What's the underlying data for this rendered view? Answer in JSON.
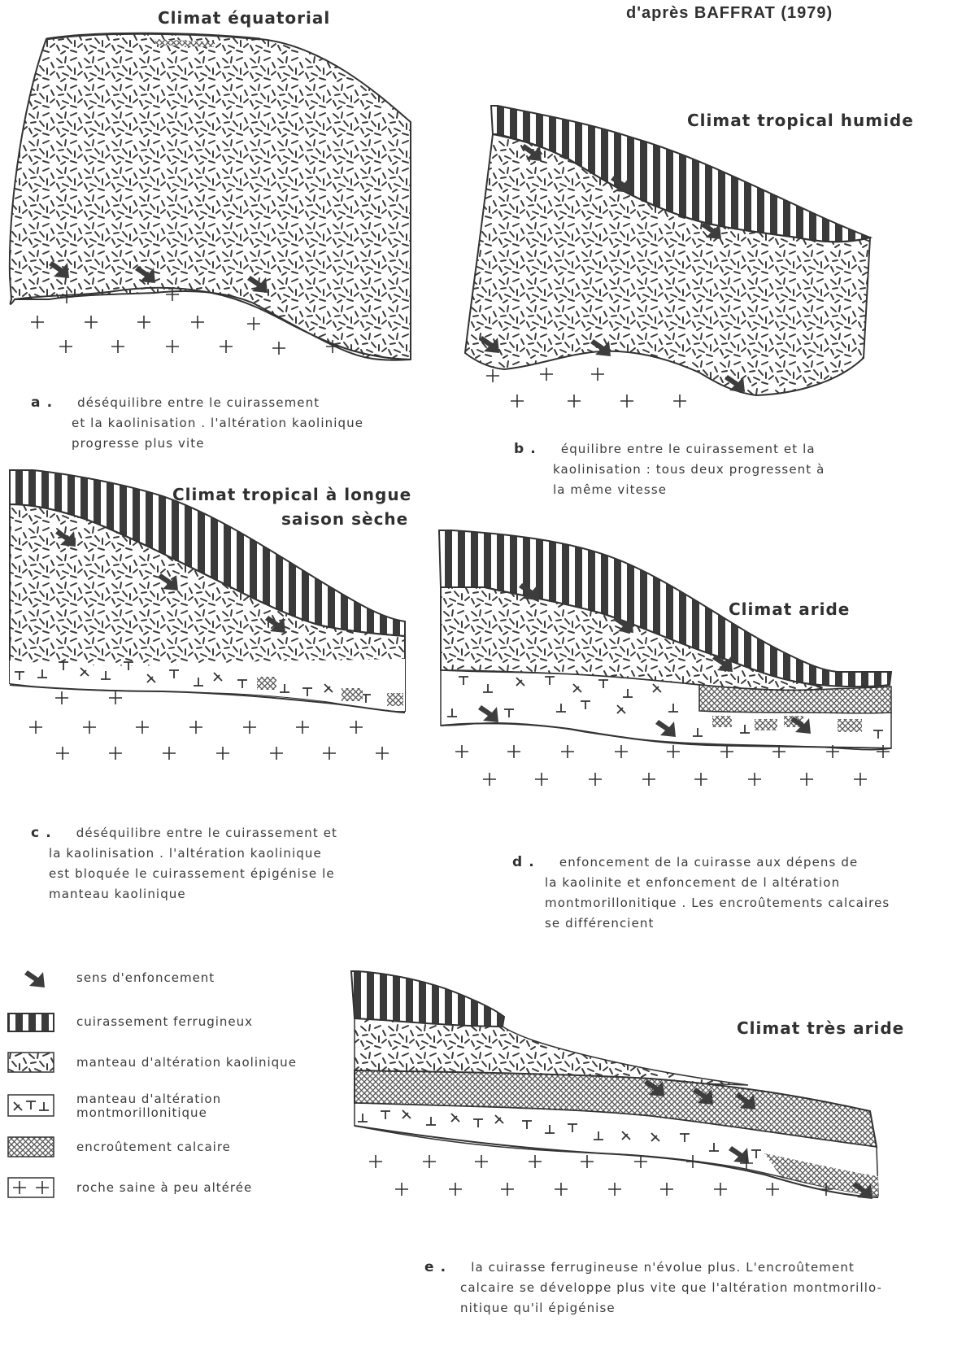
{
  "header_fragment": "d'après BAFFRAT (1979)",
  "panels": {
    "a": {
      "title": "Climat équatorial",
      "caption_letter": "a .",
      "caption_lines": [
        "déséquilibre entre le cuirassement",
        "et la kaolinisation . l'altération kaolinique",
        "progresse plus vite"
      ]
    },
    "b": {
      "title": "Climat tropical humide",
      "caption_letter": "b .",
      "caption_lines": [
        "équilibre entre le cuirassement et la",
        "kaolinisation : tous deux progressent à",
        "la même vitesse"
      ]
    },
    "c": {
      "title_lines": [
        "Climat tropical à longue",
        "saison sèche"
      ],
      "caption_letter": "c .",
      "caption_lines": [
        "déséquilibre entre le cuirassement et",
        "la kaolinisation . l'altération kaolinique",
        "est bloquée le cuirassement épigénise le",
        "manteau kaolinique"
      ]
    },
    "d": {
      "title": "Climat aride",
      "caption_letter": "d .",
      "caption_lines": [
        "enfoncement de la cuirasse aux dépens de",
        "la kaolinite et enfoncement de l altération",
        "montmorillonitique . Les encroûtements calcaires",
        "se différencient"
      ]
    },
    "e": {
      "title": "Climat très aride",
      "caption_letter": "e .",
      "caption_lines": [
        "la cuirasse ferrugineuse n'évolue plus. L'encroûtement",
        "calcaire se développe plus vite que l'altération montmorillo-",
        "nitique qu'il épigénise"
      ]
    }
  },
  "legend": [
    {
      "icon": "arrow-icon",
      "label_lines": [
        "sens d'enfoncement"
      ]
    },
    {
      "icon": "ferruginous-crust-icon",
      "label_lines": [
        "cuirassement ferrugineux"
      ]
    },
    {
      "icon": "kaolinic-mantle-icon",
      "label_lines": [
        "manteau d'altération kaolinique"
      ]
    },
    {
      "icon": "montmorillonitic-mantle-icon",
      "label_lines": [
        "manteau d'altération",
        "montmorillonitique"
      ]
    },
    {
      "icon": "calcareous-crust-icon",
      "label_lines": [
        "encroûtement calcaire"
      ]
    },
    {
      "icon": "bedrock-icon",
      "label_lines": [
        "roche saine à peu altérée"
      ]
    }
  ]
}
